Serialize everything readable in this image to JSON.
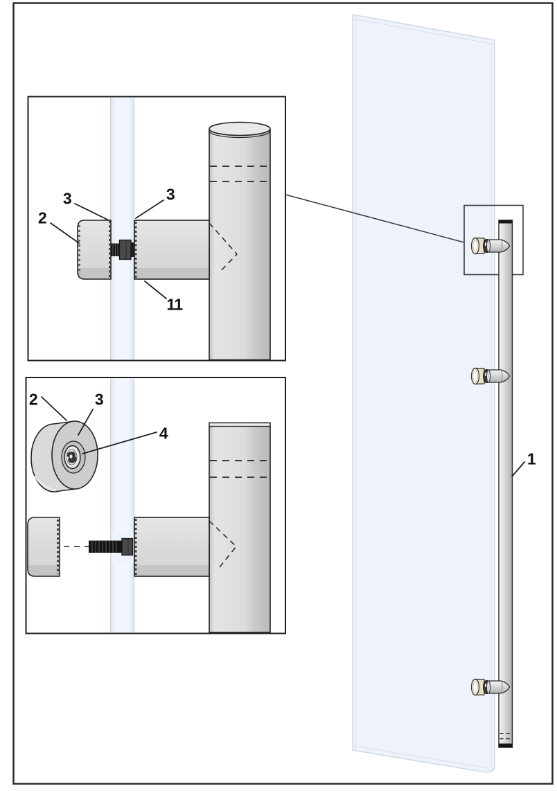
{
  "diagram": {
    "description": "Assembly diagram: glass door pull handle (bar) fixed through a glass panel with point fixings; two detail insets show the fixing cap, gaskets, threaded socket and bolt.",
    "parts": {
      "handle_bar": {
        "label": "1"
      },
      "top_detail": {
        "cap": "2",
        "gasket_left": "3",
        "gasket_right": "3",
        "washer": "11"
      },
      "bottom_detail": {
        "cap": "2",
        "gasket_disc": "3",
        "threaded_socket": "4"
      }
    },
    "colors": {
      "outline": "#222222",
      "metal_light": "#e3e3e3",
      "metal_mid": "#d6d6d6",
      "metal_dark": "#bdbdbd",
      "glass_fill": "#eef2fa",
      "glass_edge": "#d2d9e5",
      "cap_cream": "#e9dfc7",
      "hardware_dark": "#3c3c3c",
      "label_text": "#101010"
    }
  }
}
